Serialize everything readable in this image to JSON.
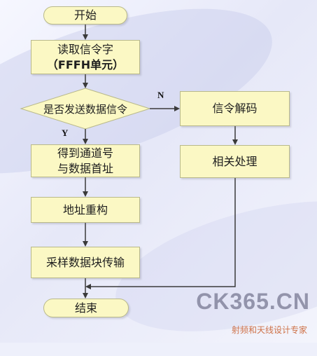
{
  "nodes": {
    "start": "开始",
    "read_line1": "读取信令字",
    "read_line2": "（FFFH单元）",
    "decision": "是否发送数据信令",
    "get_line1": "得到通道号",
    "get_line2": "与数据首址",
    "remap": "地址重构",
    "transfer": "采样数据块传输",
    "decode": "信令解码",
    "process": "相关处理",
    "end": "结束"
  },
  "branches": {
    "no": "N",
    "yes": "Y"
  },
  "watermark": {
    "logo": "CK365.CN",
    "slogan": "射频和天线设计专家"
  },
  "colors": {
    "node_fill": "#fbf8c4",
    "node_border": "#b9b98a",
    "arrow": "#3a3a3a"
  }
}
